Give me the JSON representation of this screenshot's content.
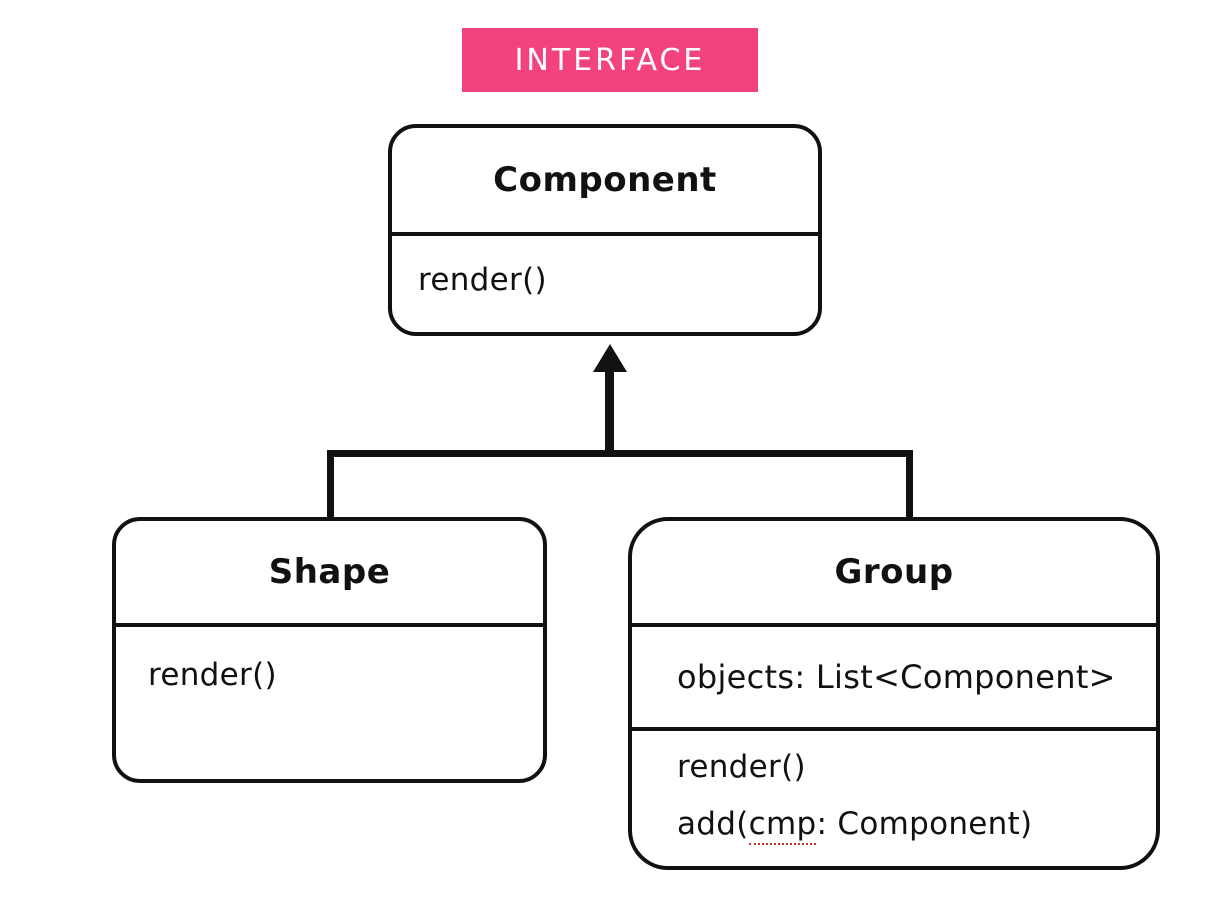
{
  "badge": {
    "label": "INTERFACE"
  },
  "classes": {
    "component": {
      "title": "Component",
      "methods": [
        "render()"
      ]
    },
    "shape": {
      "title": "Shape",
      "methods": [
        "render()"
      ]
    },
    "group": {
      "title": "Group",
      "attributes": [
        "objects: List<Component>"
      ],
      "methods": [
        "render()"
      ],
      "add_method": {
        "prefix": "add(",
        "arg": "cmp",
        "suffix": ": Component)"
      }
    }
  },
  "colors": {
    "line": "#111111",
    "accent_pink": "#F2437E",
    "squiggle_red": "#C9302C",
    "background": "#FFFFFF"
  }
}
